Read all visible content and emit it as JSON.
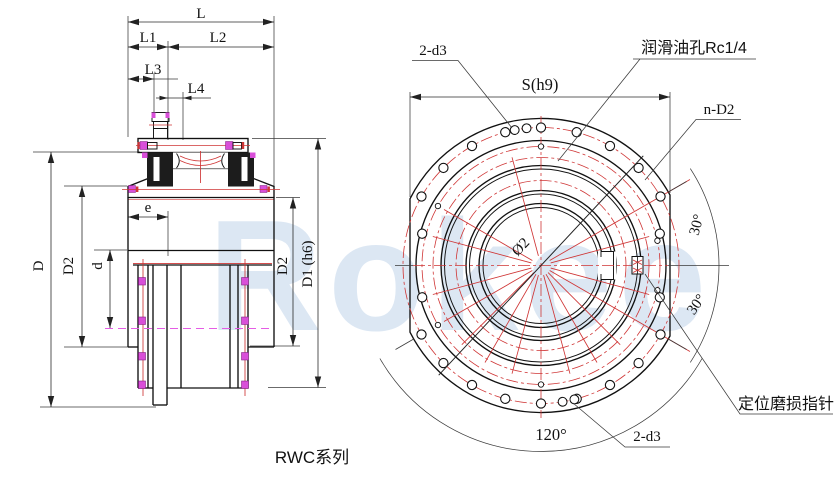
{
  "caption": "RWC系列",
  "watermark": "Rokee",
  "colors": {
    "line": "#111111",
    "centerline_red": "#cf3535",
    "seal_magenta": "#d94fd9",
    "axis_magenta_dashed": "#e55ce5",
    "watermark_blue": "#c0d4ea"
  },
  "left_view": {
    "name": "coupling cross-section",
    "dim_labels": {
      "L": "L",
      "L1": "L1",
      "L2": "L2",
      "L3": "L3",
      "L4": "L4",
      "e": "e",
      "D": "D",
      "D2_left": "D2",
      "d": "d",
      "D2_right": "D2",
      "D1_h6": "D1 (h6)"
    }
  },
  "right_view": {
    "name": "flange front view",
    "labels": {
      "pin_holes_top": "2-d3",
      "oil_hole": "润滑油孔Rc1/4",
      "width_across_flats": "S(h9)",
      "bolt_holes": "n-D2",
      "angle_upper": "30°",
      "angle_lower": "30°",
      "center_diameter": "Ø2",
      "wear_indicator": "定位磨损指针",
      "angle_bottom": "120°",
      "pin_holes_bottom": "2-d3"
    }
  }
}
